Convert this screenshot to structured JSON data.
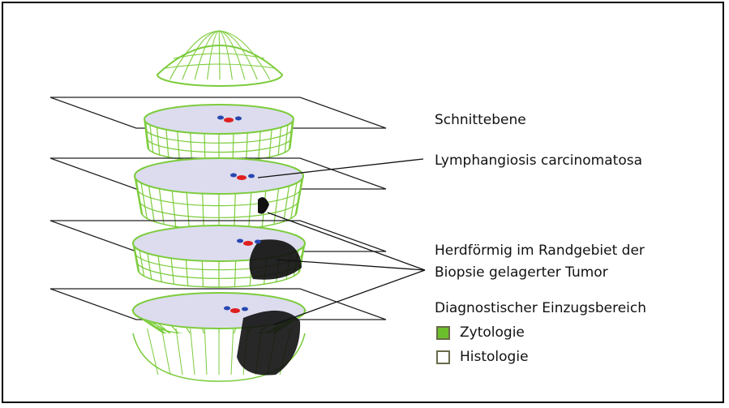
{
  "labels": {
    "section_plane": "Schnittebene",
    "lymphangiosis": "Lymphangiosis carcinomatosa",
    "tumor_line1": "Herdförmig im Randgebiet der",
    "tumor_line2": "Biopsie gelagerter Tumor",
    "diagnostic_area": "Diagnostischer Einzugsbereich"
  },
  "legend": [
    {
      "label": "Zytologie",
      "color": "#6cbf2c"
    },
    {
      "label": "Histologie",
      "color": "#ffffff"
    }
  ],
  "colors": {
    "wireframe": "#7ccc3c",
    "surface": "#dcdcee",
    "tumor": "#111111",
    "marker_red": "#e02020",
    "marker_blue": "#2848b0"
  }
}
